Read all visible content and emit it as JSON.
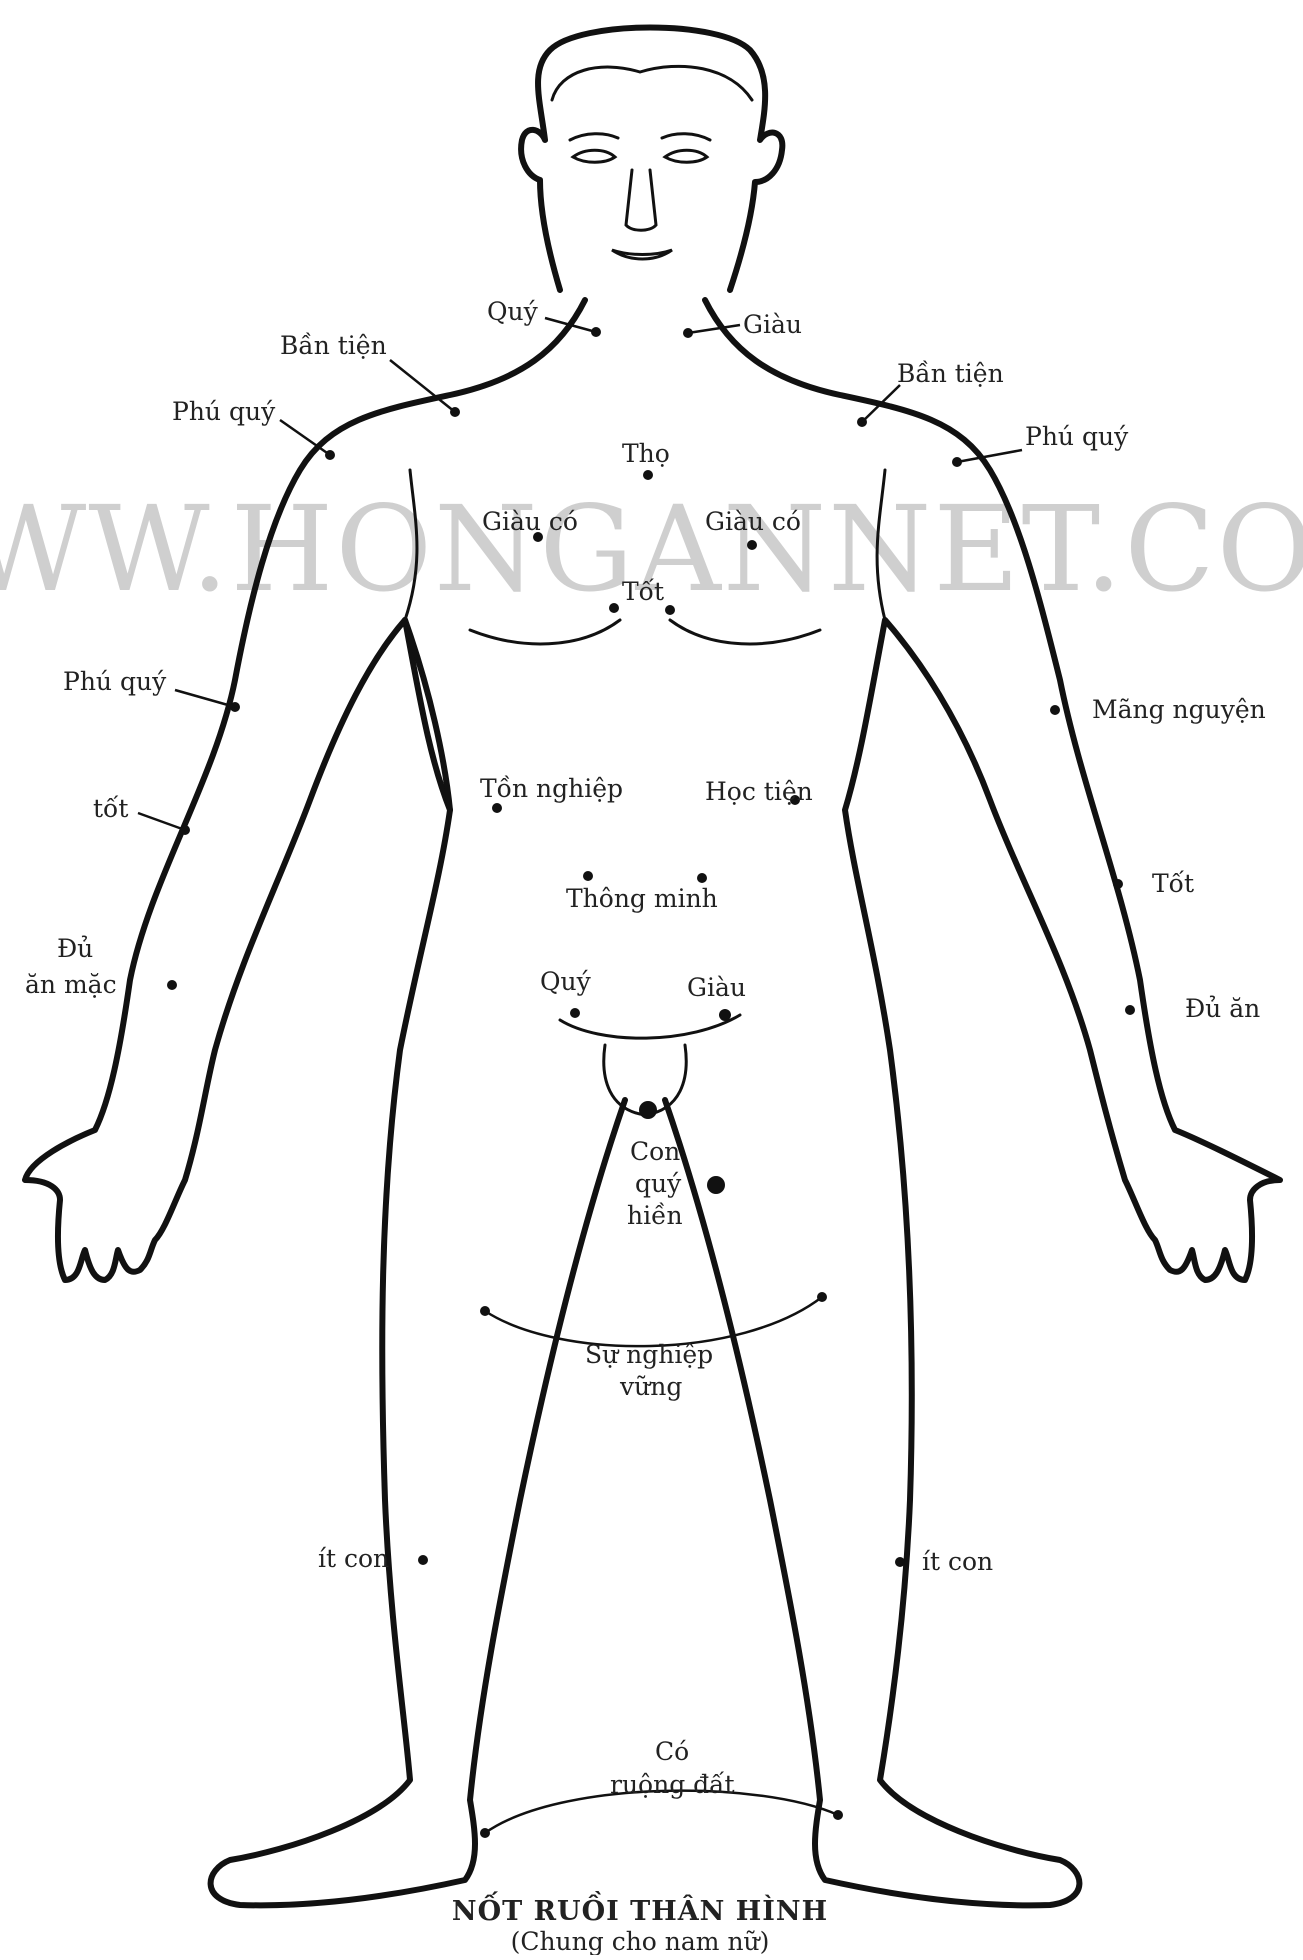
{
  "watermark": "WWW.HONGANNET.COM",
  "caption": {
    "title": "NỐT RUỒI THÂN HÌNH",
    "subtitle": "(Chung cho nam nữ)"
  },
  "labels": {
    "quy_neck": "Quý",
    "giau_neck": "Giàu",
    "bantien_left": "Bần tiện",
    "bantien_right": "Bần tiện",
    "phuquy_shoulder_left": "Phú quý",
    "phuquy_shoulder_right": "Phú quý",
    "tho": "Thọ",
    "giauco_left": "Giàu có",
    "giauco_right": "Giàu có",
    "tot_chest": "Tốt",
    "phuquy_arm_left": "Phú quý",
    "mangnguyen": "Mãng nguyện",
    "tot_arm_left": "tốt",
    "tonnghiep": "Tồn nghiệp",
    "hoctien": "Học tiện",
    "tot_arm_right": "Tốt",
    "thongminh": "Thông minh",
    "du_an_mac_line1": "Đủ",
    "du_an_mac_line2": "ăn mặc",
    "quy_groin": "Quý",
    "giau_groin": "Giàu",
    "du_an_right": "Đủ ăn",
    "con_quy_hien_1": "Con",
    "con_quy_hien_2": "quý",
    "con_quy_hien_3": "hiền",
    "su_nghiep_1": "Sự nghiệp",
    "su_nghiep_2": "vững",
    "it_con_left": "ít con",
    "it_con_right": "ít con",
    "co_ruong_dat_1": "Có",
    "co_ruong_dat_2": "ruộng đất"
  }
}
